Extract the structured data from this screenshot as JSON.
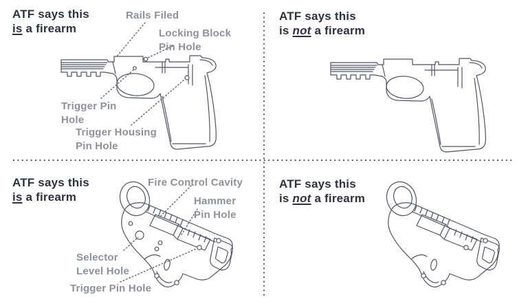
{
  "colors": {
    "background": "#ffffff",
    "heading_text": "#2b3240",
    "label_text": "#8c929d",
    "illustration_outline": "#4d5468",
    "leader_line": "#5e6373",
    "divider": "#54586a"
  },
  "quadrants": {
    "tl": {
      "heading": {
        "line1": "ATF says this",
        "line2_pre": "",
        "line2_emph": "is",
        "line2_post": " a firearm"
      },
      "labels": {
        "rails": {
          "lines": [
            "Rails Filed"
          ]
        },
        "locking": {
          "lines": [
            "Locking Block",
            "Pin Hole"
          ]
        },
        "trigger": {
          "lines": [
            "Trigger Pin",
            "Hole"
          ]
        },
        "housing": {
          "lines": [
            "Trigger Housing",
            "Pin Hole"
          ]
        }
      }
    },
    "tr": {
      "heading": {
        "line1": "ATF says this",
        "line2_pre": "is ",
        "line2_emph": "not",
        "line2_post": " a firearm"
      }
    },
    "bl": {
      "heading": {
        "line1": "ATF says this",
        "line2_pre": "",
        "line2_emph": "is",
        "line2_post": " a firearm"
      },
      "labels": {
        "cavity": {
          "lines": [
            "Fire Control Cavity"
          ]
        },
        "hammer": {
          "lines": [
            "Hammer",
            "Pin Hole"
          ]
        },
        "selector": {
          "lines": [
            "Selector",
            "Level Hole"
          ]
        },
        "triggerpin": {
          "lines": [
            "Trigger Pin Hole"
          ]
        }
      }
    },
    "br": {
      "heading": {
        "line1": "ATF says this",
        "line2_pre": "is ",
        "line2_emph": "not",
        "line2_post": " a firearm"
      }
    }
  }
}
